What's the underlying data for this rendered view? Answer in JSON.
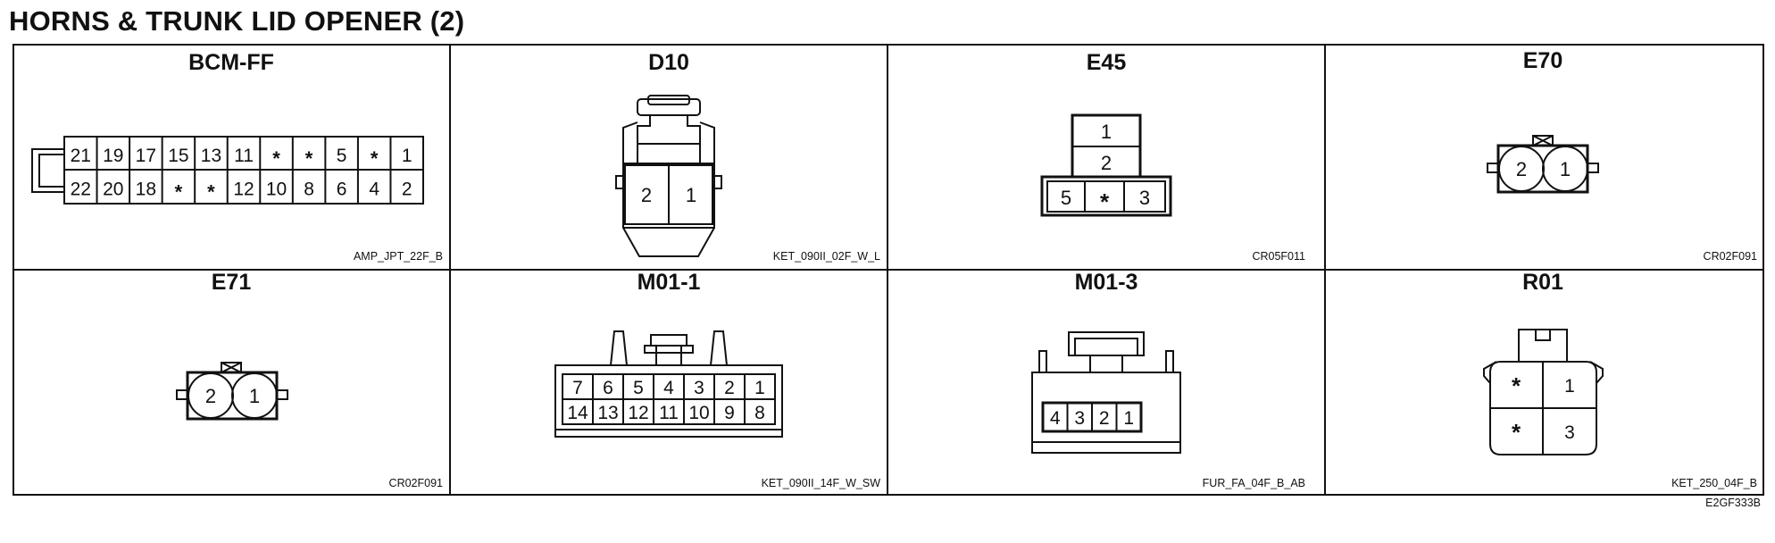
{
  "title": "HORNS & TRUNK LID OPENER (2)",
  "diagram_id": "E2GF333B",
  "connectors": {
    "bcm_ff": {
      "name": "BCM-FF",
      "code": "AMP_JPT_22F_B",
      "row1": [
        "21",
        "19",
        "17",
        "15",
        "13",
        "11",
        "*",
        "*",
        "5",
        "*",
        "1"
      ],
      "row2": [
        "22",
        "20",
        "18",
        "*",
        "*",
        "12",
        "10",
        "8",
        "6",
        "4",
        "2"
      ]
    },
    "d10": {
      "name": "D10",
      "code": "KET_090II_02F_W_L",
      "pins": [
        "2",
        "1"
      ]
    },
    "e45": {
      "name": "E45",
      "code": "CR05F011",
      "top": [
        "1",
        "2"
      ],
      "bottom": [
        "5",
        "*",
        "3"
      ]
    },
    "e70": {
      "name": "E70",
      "code": "CR02F091",
      "pins": [
        "2",
        "1"
      ]
    },
    "e71": {
      "name": "E71",
      "code": "CR02F091",
      "pins": [
        "2",
        "1"
      ]
    },
    "m01_1": {
      "name": "M01-1",
      "code": "KET_090II_14F_W_SW",
      "row1": [
        "7",
        "6",
        "5",
        "4",
        "3",
        "2",
        "1"
      ],
      "row2": [
        "14",
        "13",
        "12",
        "11",
        "10",
        "9",
        "8"
      ]
    },
    "m01_3": {
      "name": "M01-3",
      "code": "FUR_FA_04F_B_AB",
      "pins": [
        "4",
        "3",
        "2",
        "1"
      ]
    },
    "r01": {
      "name": "R01",
      "code": "KET_250_04F_B",
      "left": [
        "*",
        "*"
      ],
      "right": [
        "1",
        "3"
      ]
    }
  }
}
